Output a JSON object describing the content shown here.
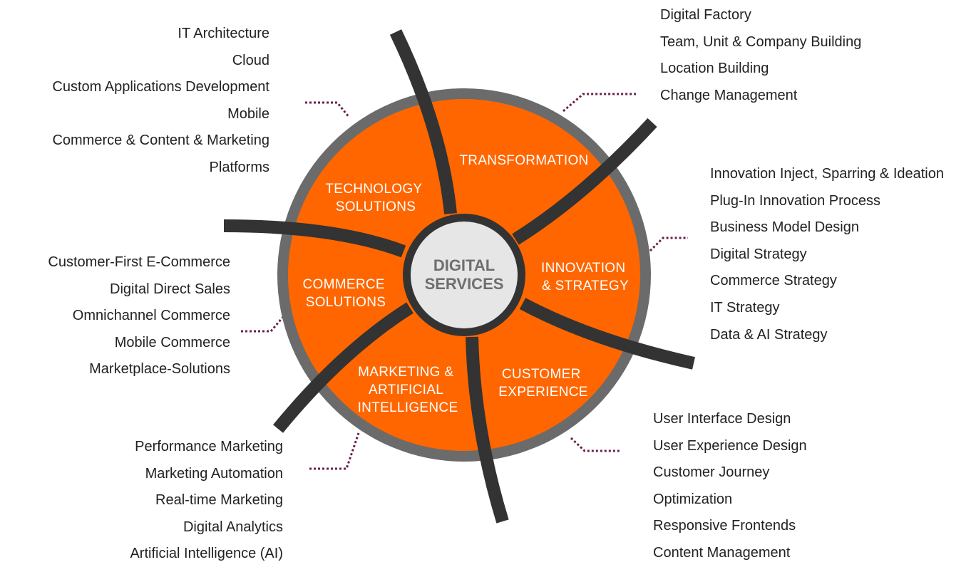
{
  "center": {
    "line1": "DIGITAL",
    "line2": "SERVICES"
  },
  "colors": {
    "ring": "#6b6b6b",
    "segment": "#ff6600",
    "spoke": "#333333",
    "hub": "#e6e6e6",
    "connector": "#6b1f4b"
  },
  "segments": {
    "transformation": {
      "lines": [
        "TRANSFORMATION"
      ],
      "items": [
        "Digital Factory",
        "Team, Unit & Company Building",
        "Location Building",
        "Change Management"
      ]
    },
    "innovation": {
      "lines": [
        "INNOVATION",
        "& STRATEGY"
      ],
      "items": [
        "Innovation Inject, Sparring & Ideation",
        "Plug-In Innovation Process",
        "Business Model Design",
        "Digital Strategy",
        "Commerce Strategy",
        "IT Strategy",
        "Data & AI Strategy"
      ]
    },
    "customer": {
      "lines": [
        "CUSTOMER",
        "EXPERIENCE"
      ],
      "items": [
        "User Interface Design",
        "User Experience Design",
        "Customer Journey",
        "Optimization",
        "Responsive Frontends",
        "Content Management"
      ]
    },
    "marketing": {
      "lines": [
        "MARKETING &",
        "ARTIFICIAL",
        "INTELLIGENCE"
      ],
      "items": [
        "Performance Marketing",
        "Marketing Automation",
        "Real-time Marketing",
        "Digital Analytics",
        "Artificial Intelligence (AI)"
      ]
    },
    "commerce": {
      "lines": [
        "COMMERCE",
        "SOLUTIONS"
      ],
      "items": [
        "Customer-First E-Commerce",
        "Digital Direct Sales",
        "Omnichannel Commerce",
        "Mobile Commerce",
        "Marketplace-Solutions"
      ]
    },
    "technology": {
      "lines": [
        "TECHNOLOGY",
        "SOLUTIONS"
      ],
      "items": [
        "IT Architecture",
        "Cloud",
        "Custom Applications Development",
        "Mobile",
        "Commerce & Content & Marketing",
        "Platforms"
      ]
    }
  }
}
